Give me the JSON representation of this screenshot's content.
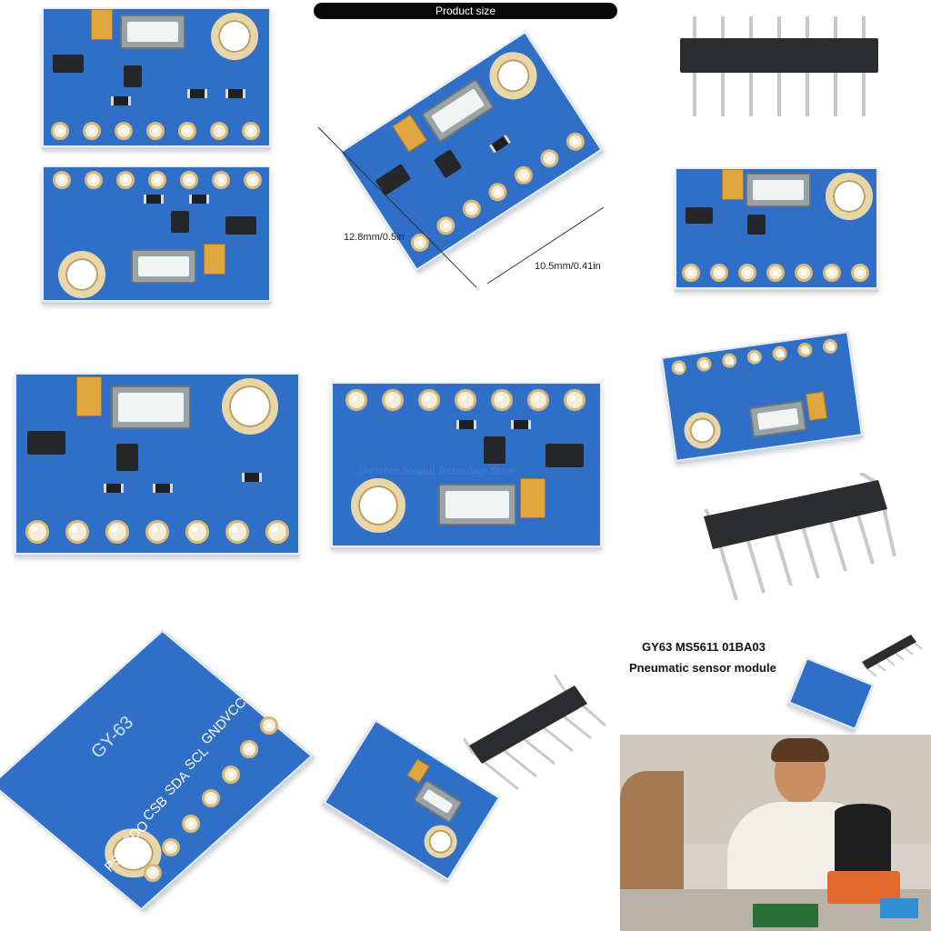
{
  "header": {
    "title": "Product size"
  },
  "dimensions": {
    "length_label": "12.8mm/0.5in",
    "width_label": "10.5mm/0.41in"
  },
  "watermark": "Shenzhen Seagull Technology Store",
  "pinout": {
    "board_name": "GY-63",
    "pins": [
      "VCC",
      "GND",
      "SCL",
      "SDA",
      "CSB",
      "SDO",
      "PS"
    ]
  },
  "product": {
    "title_line1": "GY63 MS5611 01BA03",
    "title_line2": "Pneumatic sensor module"
  },
  "colors": {
    "pcb": "#2f6fc7",
    "pad": "#d7b979",
    "header_bar": "#0a0a0a"
  }
}
